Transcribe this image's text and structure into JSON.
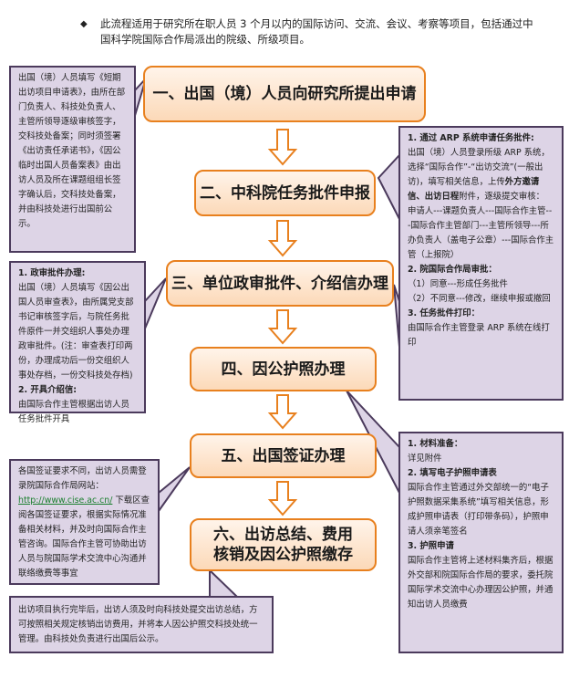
{
  "intro": {
    "bullet": "◆",
    "text": "此流程适用于研究所在职人员 3 个月以内的国际访问、交流、会议、考察等项目，包括通过中国科学院国际合作局派出的院级、所级项目。"
  },
  "steps": [
    {
      "label": "一、出国（境）人员向研究所提出申请"
    },
    {
      "label": "二、中科院任务批件申报"
    },
    {
      "label": "三、单位政审批件、介绍信办理"
    },
    {
      "label": "四、因公护照办理"
    },
    {
      "label": "五、出国签证办理"
    },
    {
      "label": "六、出访总结、费用核销及因公护照缴存"
    }
  ],
  "notes": {
    "apply": "出国（境）人员填写《短期出访项目申请表》，由所在部门负责人、科技处负责人、主管所领导逐级审核签字，交科技处备案；同时须签署《出访责任承诺书》，《因公临时出国人员备案表》由出访人员及所在课题组组长签字确认后，交科技处备案，并由科技处进行出国前公示。",
    "cas": {
      "h1": "1. 通过 ARP 系统申请任务批件:",
      "p1a": "出国（境）人员登录所级 ARP 系统，选择“国际合作”-“出访交流”(一般出访)，填写相关信息，上传",
      "p1b": "外方邀请信、出访日程",
      "p1c": "附件，逐级提交审核：",
      "p1d": "申请人---课题负责人---国际合作主管---国际合作主管部门---主管所领导---所办负责人（盖电子公章）---国际合作主管（上报院）",
      "h2": "2. 院国际合作局审批：",
      "p2a": "（1）同意---形成任务批件",
      "p2b": "（2）不同意---修改，继续申报或撤回",
      "h3": "3. 任务批件打印：",
      "p3": "由国际合作主管登录 ARP 系统在线打印"
    },
    "political": {
      "h1": "1. 政审批件办理:",
      "p1": "出国（境）人员填写《因公出国人员审查表》，由所属党支部书记审核签字后，与院任务批件原件一并交组织人事处办理政审批件。(注：审查表打印两份，办理成功后一份交组织人事处存档，一份交科技处存档)",
      "h2": "2. 开具介绍信:",
      "p2": "由国际合作主管根据出访人员任务批件开具"
    },
    "passport": {
      "h1": "1. 材料准备：",
      "p1": "详见附件",
      "h2": "2. 填写电子护照申请表",
      "p2": "国际合作主管通过外交部统一的“电子护照数据采集系统”填写相关信息，形成护照申请表（打印带条码），护照申请人须亲笔签名",
      "h3": "3. 护照申请",
      "p3": "国际合作主管将上述材料集齐后，根据外交部和院国际合作局的要求，委托院国际学术交流中心办理因公护照，并通知出访人员缴费"
    },
    "visa": {
      "p1": "各国签证要求不同，出访人员需登录院国际合作局网站：",
      "link": "http://www.cise.ac.cn/",
      "p2": "下载区查阅各国签证要求，根据实际情况准备相关材料，并及时向国际合作主管咨询。国际合作主管可协助出访人员与院国际学术交流中心沟通并联络缴费等事宜"
    },
    "summary": "出访项目执行完毕后，出访人须及时向科技处提交出访总结，方可按照相关规定核销出访费用，并将本人因公护照交科技处统一管理。由科技处负责进行出国后公示。"
  }
}
